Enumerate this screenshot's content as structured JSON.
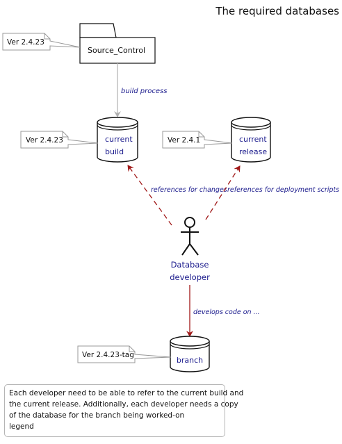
{
  "title": "The required databases",
  "package": {
    "label": "Source_Control",
    "note": "Ver 2.4.23"
  },
  "databases": {
    "current_build": {
      "line1": "current",
      "line2": "build",
      "note": "Ver 2.4.23"
    },
    "current_release": {
      "line1": "current",
      "line2": "release",
      "note": "Ver 2.4.1"
    },
    "branch": {
      "line1": "branch",
      "note": "Ver 2.4.23-tag"
    }
  },
  "actor": {
    "line1": "Database",
    "line2": "developer"
  },
  "edges": {
    "build_process": "build process",
    "references_changes": "references for changes",
    "references_deployment": "references for deployment scripts",
    "develops_code": "develops code on ..."
  },
  "legend": {
    "lines": [
      "Each developer need to be able to refer to the current build and",
      "the current release. Additionally, each developer needs a copy",
      "of the database for the branch being worked-on"
    ],
    "label": "legend"
  },
  "colors": {
    "entity_text": "#1a1a8c",
    "edge_text": "#1a1a8c",
    "dashed_arrow": "#a01818",
    "build_arrow": "#b0b0b0",
    "note_border": "#999999"
  }
}
